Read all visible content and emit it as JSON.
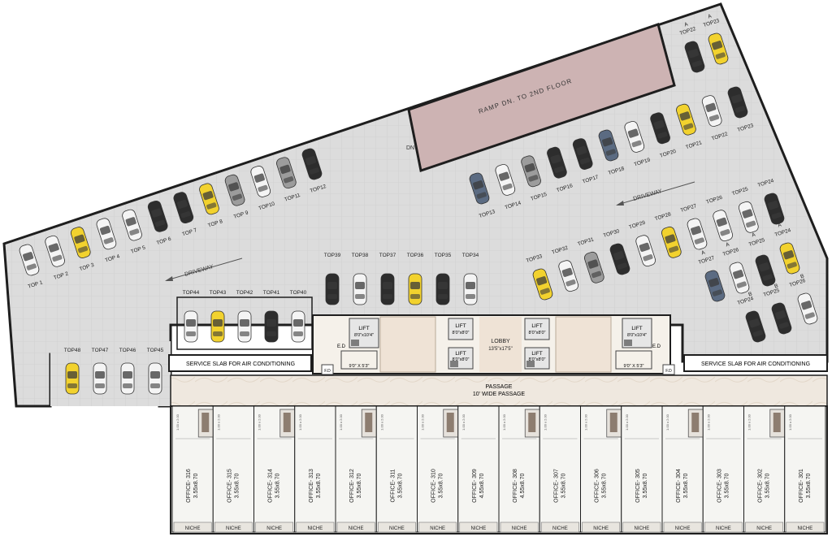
{
  "colors": {
    "parking_floor": "#dcdcdc",
    "outline": "#1e1e1e",
    "ramp": "#cdb3b3",
    "passage": "#ece5dc",
    "office_floor": "#f5f5f2",
    "lift_fill": "#7d7d7d",
    "lobby": "#efe3d6",
    "car_yellow": "#f2d22e",
    "car_white": "#f4f4f4",
    "car_black": "#2d2d2d",
    "car_grey": "#9c9c9c",
    "car_blue": "#5b6b82"
  },
  "ramp_label": "RAMP DN. TO 2ND FLOOR",
  "dn_label": "DN",
  "driveway_label": "DRIVEWAY",
  "service_slab_label": "SERVICE SLAB FOR AIR CONDITIONING",
  "passage": {
    "title": "PASSAGE",
    "subtitle": "10' WIDE PASSAGE"
  },
  "lobby": {
    "title": "LOBBY",
    "size": "13'5\"x17'5\""
  },
  "lifts": [
    {
      "label": "LIFT",
      "size": "8'0\"x10'4\""
    },
    {
      "label": "LIFT",
      "size": "8'0\"x8'0\""
    },
    {
      "label": "LIFT",
      "size": "8'0\"x8'0\""
    },
    {
      "label": "LIFT",
      "size": "8'0\"x8'0\""
    },
    {
      "label": "LIFT",
      "size": "8'0\"x8'0\""
    },
    {
      "label": "LIFT",
      "size": "8'0\"x10'4\""
    }
  ],
  "ed_label": "E.D",
  "fd_label": "F.D",
  "shaft_size": "9'0\" X 5'3\"",
  "niche_label": "NICHE",
  "offices": [
    {
      "name": "OFFICE- 316",
      "size": "3.55x8.70"
    },
    {
      "name": "OFFICE- 315",
      "size": "3.55x8.70"
    },
    {
      "name": "OFFICE- 314",
      "size": "3.55x8.70"
    },
    {
      "name": "OFFICE- 313",
      "size": "3.55x8.70"
    },
    {
      "name": "OFFICE- 312",
      "size": "3.55x8.70"
    },
    {
      "name": "OFFICE- 311",
      "size": "3.55x8.70"
    },
    {
      "name": "OFFICE- 310",
      "size": "3.55x8.70"
    },
    {
      "name": "OFFICE- 309",
      "size": "4.55x8.70"
    },
    {
      "name": "OFFICE- 308",
      "size": "4.55x8.70"
    },
    {
      "name": "OFFICE- 307",
      "size": "3.55x8.70"
    },
    {
      "name": "OFFICE- 306",
      "size": "3.55x8.70"
    },
    {
      "name": "OFFICE- 305",
      "size": "3.55x8.70"
    },
    {
      "name": "OFFICE- 304",
      "size": "3.55x8.70"
    },
    {
      "name": "OFFICE- 303",
      "size": "3.55x8.70"
    },
    {
      "name": "OFFICE- 302",
      "size": "3.55x8.70"
    },
    {
      "name": "OFFICE- 301",
      "size": "3.55x8.70"
    }
  ],
  "office_labels_small": [
    "1.00 x 2.00"
  ],
  "parking": {
    "row_left": [
      "TOP 1",
      "TOP 2",
      "TOP 3",
      "TOP 4",
      "TOP 5",
      "TOP 6",
      "TOP 7",
      "TOP 8",
      "TOP 9",
      "TOP10",
      "TOP11",
      "TOP12"
    ],
    "row_left_colors": [
      "white",
      "white",
      "yellow",
      "white",
      "white",
      "black",
      "black",
      "yellow",
      "grey",
      "white",
      "grey",
      "black"
    ],
    "row_mid": [
      "TOP13",
      "TOP14",
      "TOP15",
      "TOP16",
      "TOP17",
      "TOP18",
      "TOP19",
      "TOP20",
      "TOP21",
      "TOP22",
      "TOP23"
    ],
    "row_mid_colors": [
      "blue",
      "white",
      "grey",
      "black",
      "black",
      "blue",
      "white",
      "black",
      "yellow",
      "white",
      "black"
    ],
    "top_right": [
      "TOP22",
      "TOP23"
    ],
    "top_right_prefix": "A",
    "top_right_colors": [
      "black",
      "yellow"
    ],
    "row_center": [
      "TOP39",
      "TOP38",
      "TOP37",
      "TOP36",
      "TOP35",
      "TOP34"
    ],
    "row_center_colors": [
      "black",
      "white",
      "black",
      "yellow",
      "black",
      "white"
    ],
    "row_40s": [
      "TOP44",
      "TOP43",
      "TOP42",
      "TOP41",
      "TOP40"
    ],
    "row_40s_colors": [
      "white",
      "yellow",
      "white",
      "black",
      "white"
    ],
    "row_45s": [
      "TOP48",
      "TOP47",
      "TOP46",
      "TOP45"
    ],
    "row_45s_colors": [
      "yellow",
      "white",
      "white",
      "white"
    ],
    "row_right": [
      "TOP33",
      "TOP32",
      "TOP31",
      "TOP30",
      "TOP29",
      "TOP28",
      "TOP27",
      "TOP26",
      "TOP25",
      "TOP24"
    ],
    "row_right_colors": [
      "yellow",
      "white",
      "grey",
      "black",
      "white",
      "yellow",
      "white",
      "white",
      "white",
      "black"
    ],
    "corner_labels": [
      "TOP27",
      "TOP26",
      "TOP25",
      "TOP24"
    ],
    "corner_prefix_a": "A",
    "corner_prefix_b": "B",
    "corner_colors": [
      "blue",
      "white",
      "black",
      "yellow",
      "black",
      "black",
      "white"
    ]
  }
}
